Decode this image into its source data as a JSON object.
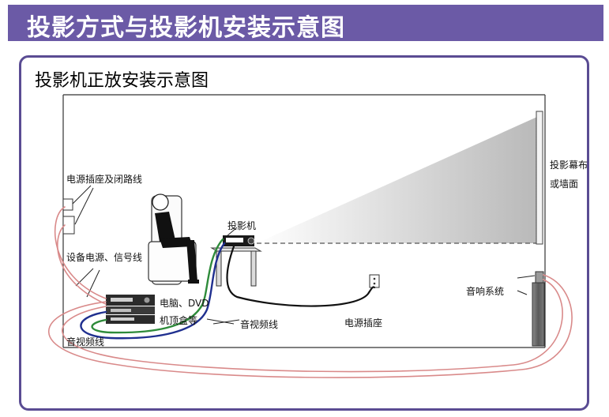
{
  "header": {
    "title": "投影方式与投影机安装示意图"
  },
  "panel": {
    "title": "投影机正放安装示意图"
  },
  "labels": {
    "power_and_loop": "电源插座及闭路线",
    "device_power_signal": "设备电源、信号线",
    "pc_dvd": "电脑、DVD",
    "set_top_box": "机顶盒等",
    "av_cable_left": "音视频线",
    "av_cable_center": "音视频线",
    "projector": "投影机",
    "screen_line1": "投影幕布",
    "screen_line2": "或墙面",
    "speaker_system": "音响系统",
    "wall_outlet": "电源插座"
  },
  "colors": {
    "banner": "#6b5aa6",
    "panel_border": "#5a4c93",
    "cable_red": "#d98a8a",
    "cable_blue": "#1f2f8f",
    "cable_green": "#2e8b3a",
    "cable_black": "#111111"
  }
}
